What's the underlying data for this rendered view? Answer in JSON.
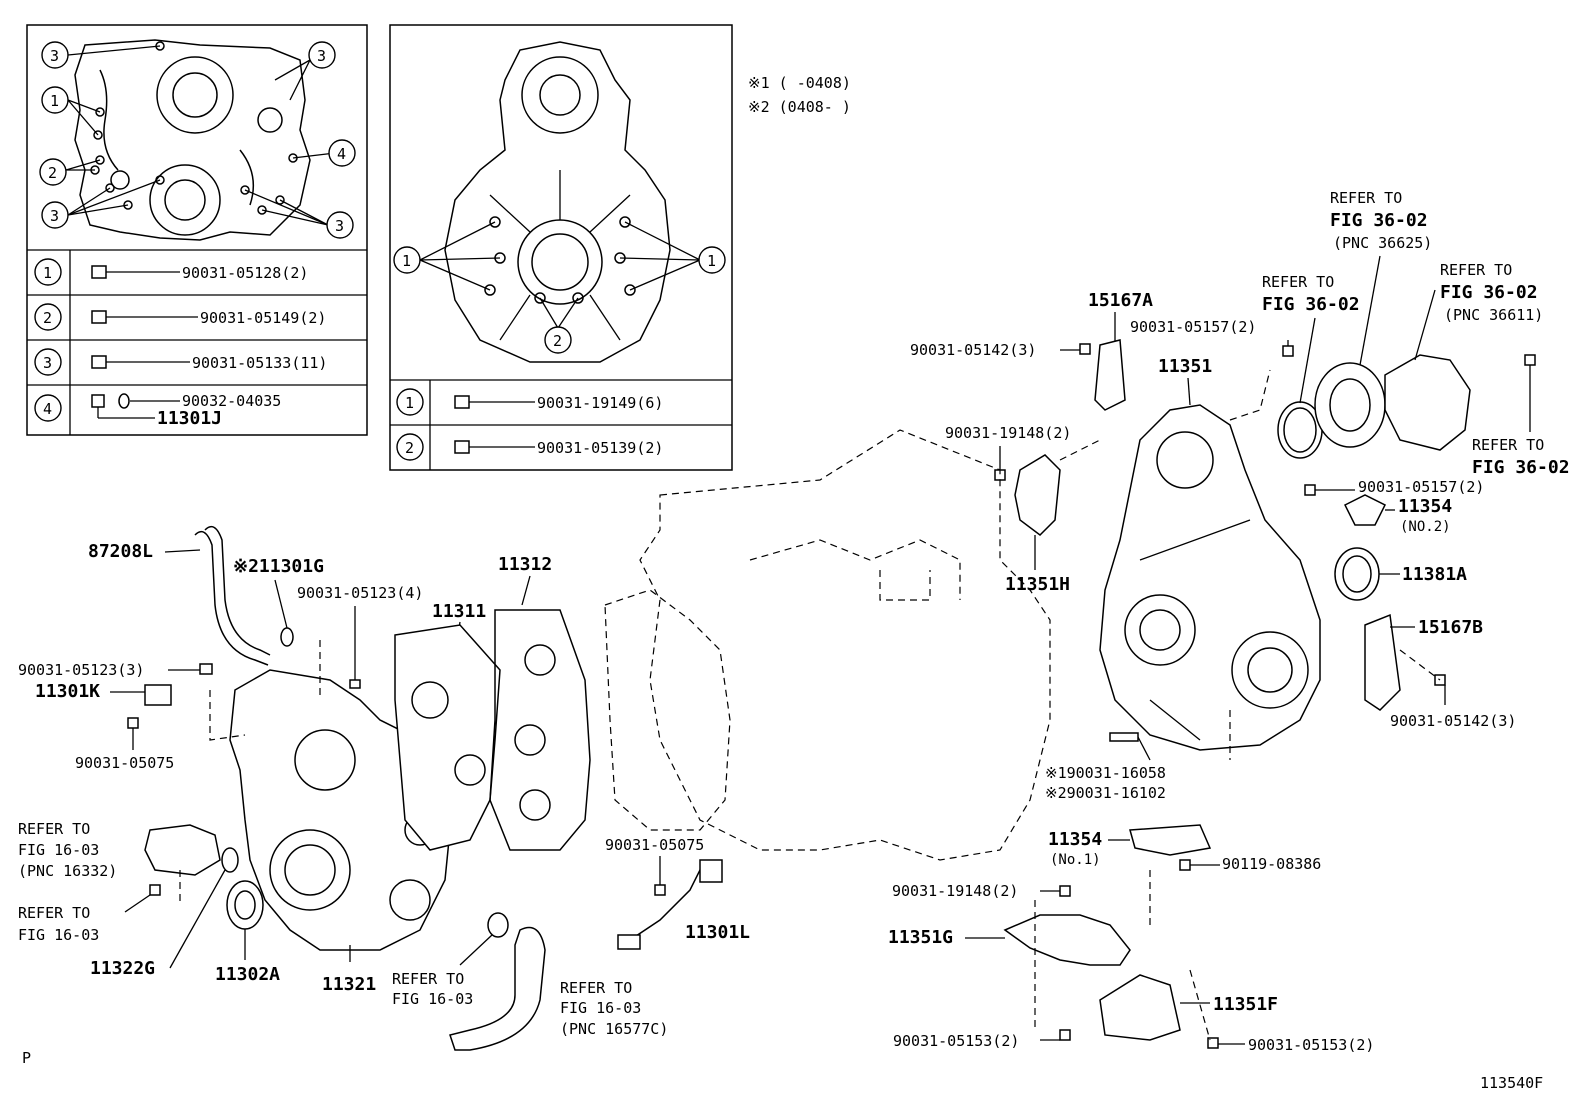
{
  "inset_left": {
    "rows": [
      {
        "num": "1",
        "part": "90031-05128(2)"
      },
      {
        "num": "2",
        "part": "90031-05149(2)"
      },
      {
        "num": "3",
        "part": "90031-05133(11)"
      },
      {
        "num": "4",
        "part": "90032-04035",
        "part2": "11301J"
      }
    ]
  },
  "inset_mid": {
    "rows": [
      {
        "num": "1",
        "part": "90031-19149(6)"
      },
      {
        "num": "2",
        "part": "90031-05139(2)"
      }
    ]
  },
  "notes": {
    "note1": "※1 (      -0408)",
    "note2": "※2 (0408-      )"
  },
  "labels": {
    "p87208L": "87208L",
    "p11301G": "※211301G",
    "p11312": "11312",
    "p11311": "11311",
    "b0512304": "90031-05123(4)",
    "b0512303": "90031-05123(3)",
    "p11301K": "11301K",
    "b05075a": "90031-05075",
    "refer1603a_1": "REFER TO",
    "refer1603a_2": "FIG 16-03",
    "refer1603a_3": "(PNC 16332)",
    "refer1603b_1": "REFER TO",
    "refer1603b_2": "FIG 16-03",
    "p11322G": "11322G",
    "p11302A": "11302A",
    "p11321": "11321",
    "refer1603c_1": "REFER TO",
    "refer1603c_2": "FIG 16-03",
    "refer1603d_1": "REFER TO",
    "refer1603d_2": "FIG 16-03",
    "refer1603d_3": "(PNC 16577C)",
    "b05075b": "90031-05075",
    "p11301L": "11301L",
    "p15167A": "15167A",
    "b0514203a": "90031-05142(3)",
    "b0515702a": "90031-05157(2)",
    "p11351": "11351",
    "refer3602a_1": "REFER TO",
    "refer3602a_2": "FIG 36-02",
    "refer3602b_1": "REFER TO",
    "refer3602b_2": "FIG 36-02",
    "refer3602b_3": "(PNC 36625)",
    "refer3602c_1": "REFER TO",
    "refer3602c_2": "FIG 36-02",
    "refer3602c_3": "(PNC 36611)",
    "refer3602d_1": "REFER TO",
    "refer3602d_2": "FIG 36-02",
    "b1914802a": "90031-19148(2)",
    "p11351H": "11351H",
    "b0515702b": "90031-05157(2)",
    "p11354n2": "11354",
    "p11354n2sub": "(NO.2)",
    "p11381A": "11381A",
    "p15167B": "15167B",
    "b0514203b": "90031-05142(3)",
    "s16058": "※190031-16058",
    "s16102": "※290031-16102",
    "p11354n1": "11354",
    "p11354n1sub": "(No.1)",
    "b08386": "90119-08386",
    "b1914802b": "90031-19148(2)",
    "p11351G": "11351G",
    "p11351F": "11351F",
    "b0515302a": "90031-05153(2)",
    "b0515302b": "90031-05153(2)",
    "corner_p": "P",
    "fig_id": "113540F"
  }
}
